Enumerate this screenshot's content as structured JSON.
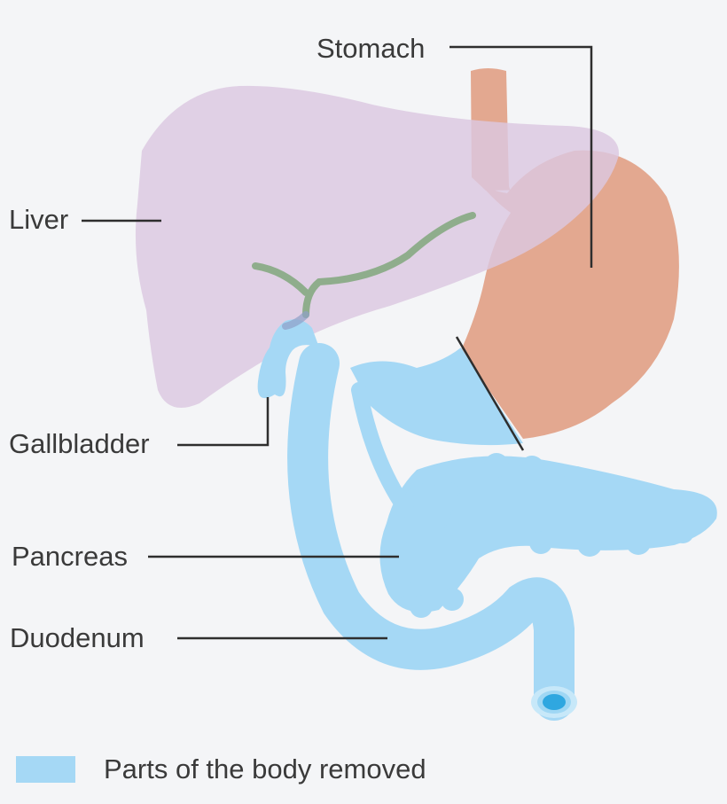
{
  "labels": {
    "stomach": "Stomach",
    "liver": "Liver",
    "gallbladder": "Gallbladder",
    "pancreas": "Pancreas",
    "duodenum": "Duodenum"
  },
  "legend": {
    "text": "Parts of the body removed",
    "swatch_color": "#a5d8f5"
  },
  "colors": {
    "liver": "#dcc8e0",
    "stomach": "#e3a890",
    "removed": "#a5d8f5",
    "bile_duct": "#8fad8c",
    "background": "#f4f5f7"
  }
}
